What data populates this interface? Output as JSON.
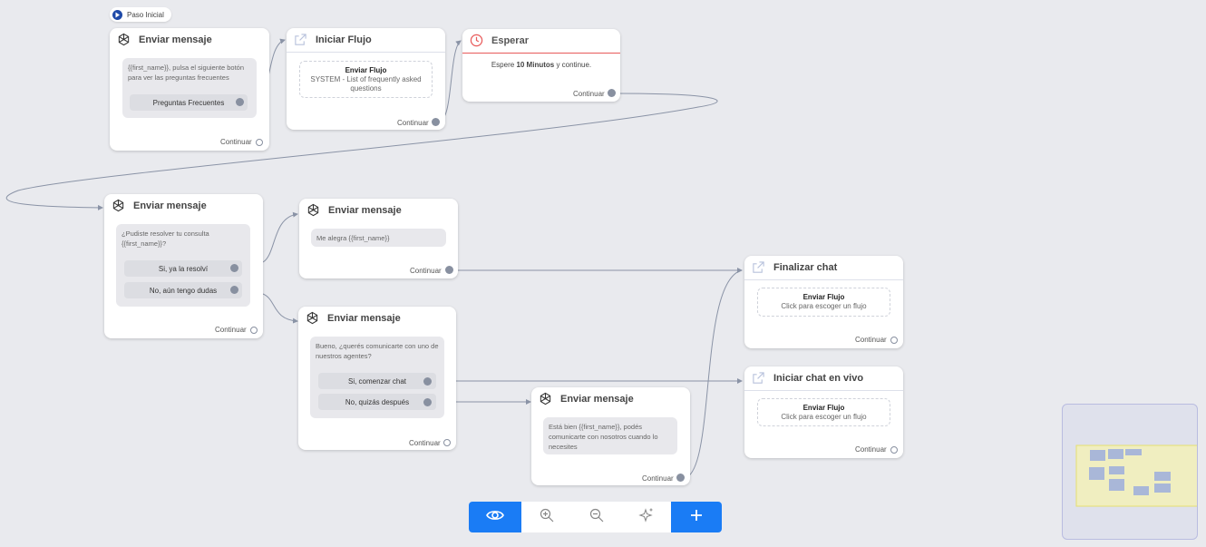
{
  "start_tag": "Paso Inicial",
  "continue_label": "Continuar",
  "nodes": {
    "n1": {
      "title": "Enviar mensaje",
      "message": "{{first_name}}, pulsa el siguiente botón para ver las preguntas frecuentes",
      "options": [
        "Preguntas Frecuentes"
      ]
    },
    "n2": {
      "title": "Iniciar Flujo",
      "flow_title": "Enviar Flujo",
      "flow_text": "SYSTEM - List of frequently asked questions"
    },
    "n3": {
      "title": "Esperar",
      "wait_prefix": "Espere",
      "wait_amount": "10 Minutos",
      "wait_suffix": "y continue."
    },
    "n4": {
      "title": "Enviar mensaje",
      "message": "¿Pudiste resolver tu consulta {{first_name}}?",
      "options": [
        "Si, ya la resolví",
        "No, aún tengo dudas"
      ]
    },
    "n5": {
      "title": "Enviar mensaje",
      "message": "Me alegra {{first_name}}"
    },
    "n6": {
      "title": "Enviar mensaje",
      "message": "Bueno, ¿querés comunicarte con uno de nuestros agentes?",
      "options": [
        "Si, comenzar chat",
        "No, quizás después"
      ]
    },
    "n7": {
      "title": "Enviar mensaje",
      "message": "Está bien {{first_name}}, podés comunicarte con nosotros cuando lo necesites"
    },
    "n8": {
      "title": "Finalizar chat",
      "flow_title": "Enviar Flujo",
      "flow_text": "Click para escoger un flujo"
    },
    "n9": {
      "title": "Iniciar chat en vivo",
      "flow_title": "Enviar Flujo",
      "flow_text": "Click para escoger un flujo"
    }
  },
  "toolbar": [
    "eye-icon",
    "zoom-in-icon",
    "zoom-out-icon",
    "sparkle-icon",
    "plus-icon"
  ],
  "colors": {
    "accent": "#1a7cf5",
    "wire": "#8a93a6",
    "wait": "#e85a5a",
    "canvas": "#e9eaee"
  }
}
